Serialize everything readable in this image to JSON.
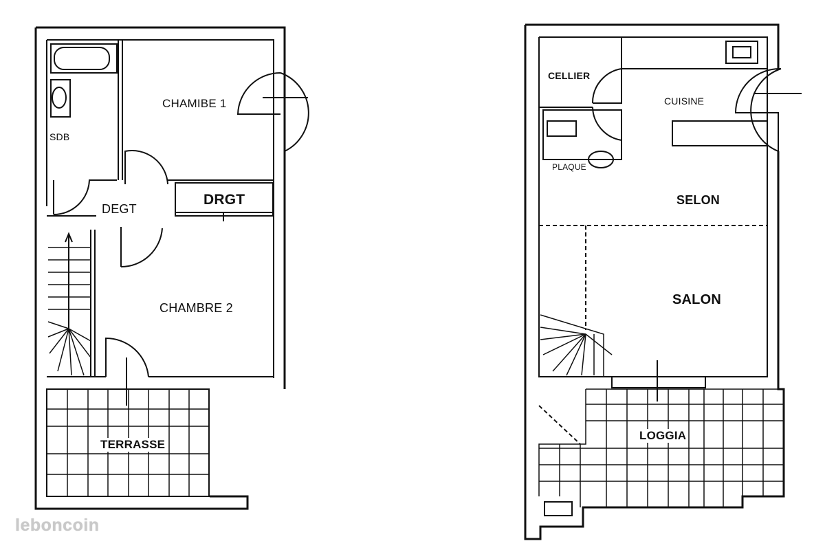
{
  "watermark": "leboncoin",
  "left_plan": {
    "rooms": {
      "chambre1": "CHAMIBE 1",
      "sdb": "SDB",
      "degt": "DEGT",
      "drgt": "DRGT",
      "chambre2": "CHAMBRE 2",
      "terrasse": "TERRASSE"
    }
  },
  "right_plan": {
    "rooms": {
      "cellier": "CELLIER",
      "cuisine": "CUISINE",
      "plaque": "PLAQUE",
      "selon": "SELON",
      "salon": "SALON",
      "loggia": "LOGGIA"
    }
  }
}
